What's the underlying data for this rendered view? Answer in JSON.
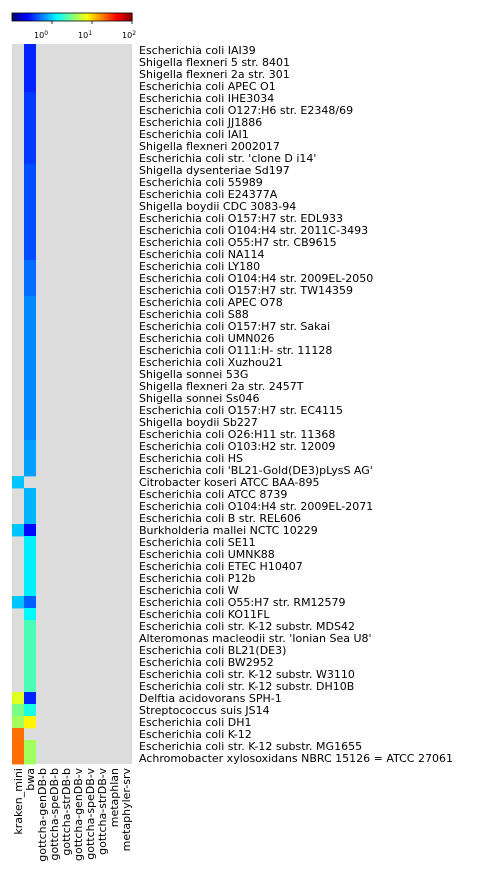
{
  "chart_data": {
    "type": "heatmap",
    "columns": [
      "kraken_mini",
      "bwa",
      "gottcha-genDB-b",
      "gottcha-speDB-b",
      "gottcha-strDB-b",
      "gottcha-genDB-v",
      "gottcha-speDB-v",
      "gottcha-strDB-v",
      "metaphlan",
      "metaphyler-srv"
    ],
    "rows": [
      "Escherichia coli IAI39",
      "Shigella flexneri 5 str. 8401",
      "Shigella flexneri 2a str. 301",
      "Escherichia coli APEC O1",
      "Escherichia coli IHE3034",
      "Escherichia coli O127:H6 str. E2348/69",
      "Escherichia coli JJ1886",
      "Escherichia coli IAI1",
      "Shigella flexneri 2002017",
      "Escherichia coli str. 'clone D i14'",
      "Shigella dysenteriae Sd197",
      "Escherichia coli 55989",
      "Escherichia coli E24377A",
      "Shigella boydii CDC 3083-94",
      "Escherichia coli O157:H7 str. EDL933",
      "Escherichia coli O104:H4 str. 2011C-3493",
      "Escherichia coli O55:H7 str. CB9615",
      "Escherichia coli NA114",
      "Escherichia coli LY180",
      "Escherichia coli O104:H4 str. 2009EL-2050",
      "Escherichia coli O157:H7 str. TW14359",
      "Escherichia coli APEC O78",
      "Escherichia coli S88",
      "Escherichia coli O157:H7 str. Sakai",
      "Escherichia coli UMN026",
      "Escherichia coli O111:H- str. 11128",
      "Escherichia coli Xuzhou21",
      "Shigella sonnei 53G",
      "Shigella flexneri 2a str. 2457T",
      "Shigella sonnei Ss046",
      "Escherichia coli O157:H7 str. EC4115",
      "Shigella boydii Sb227",
      "Escherichia coli O26:H11 str. 11368",
      "Escherichia coli O103:H2 str. 12009",
      "Escherichia coli HS",
      "Escherichia coli 'BL21-Gold(DE3)pLysS AG'",
      "Citrobacter koseri ATCC BAA-895",
      "Escherichia coli ATCC 8739",
      "Escherichia coli O104:H4 str. 2009EL-2071",
      "Escherichia coli B str. REL606",
      "Burkholderia mallei NCTC 10229",
      "Escherichia coli SE11",
      "Escherichia coli UMNK88",
      "Escherichia coli ETEC H10407",
      "Escherichia coli P12b",
      "Escherichia coli W",
      "Escherichia coli O55:H7 str. RM12579",
      "Escherichia coli KO11FL",
      "Escherichia coli str. K-12 substr. MDS42",
      "Alteromonas macleodii str. 'Ionian Sea U8'",
      "Escherichia coli BL21(DE3)",
      "Escherichia coli BW2952",
      "Escherichia coli str. K-12 substr. W3110",
      "Escherichia coli str. K-12 substr. DH10B",
      "Delftia acidovorans SPH-1",
      "Streptococcus suis JS14",
      "Escherichia coli DH1",
      "Escherichia coli K-12",
      "Escherichia coli str. K-12 substr. MG1655",
      "Achromobacter xylosoxidans NBRC 15126 = ATCC 27061"
    ],
    "kraken_mini": [
      null,
      null,
      null,
      null,
      null,
      null,
      null,
      null,
      null,
      null,
      null,
      null,
      null,
      null,
      null,
      null,
      null,
      null,
      null,
      null,
      null,
      null,
      null,
      null,
      null,
      null,
      null,
      null,
      null,
      null,
      null,
      null,
      null,
      null,
      null,
      null,
      0.9,
      null,
      null,
      null,
      0.9,
      null,
      null,
      null,
      null,
      null,
      0.9,
      null,
      null,
      null,
      null,
      null,
      null,
      null,
      6,
      3,
      4,
      20,
      20,
      20
    ],
    "bwa": [
      0.3,
      0.3,
      0.3,
      0.3,
      0.35,
      0.35,
      0.35,
      0.35,
      0.35,
      0.35,
      0.4,
      0.4,
      0.4,
      0.4,
      0.4,
      0.4,
      0.4,
      0.4,
      0.5,
      0.5,
      0.5,
      0.6,
      0.6,
      0.6,
      0.6,
      0.6,
      0.6,
      0.6,
      0.6,
      0.6,
      0.6,
      0.6,
      0.6,
      0.7,
      0.7,
      0.7,
      null,
      0.8,
      0.8,
      0.8,
      0.25,
      1.2,
      1.2,
      1.2,
      1.2,
      1.2,
      0.45,
      1.3,
      2.2,
      2.2,
      2.2,
      2.2,
      2.2,
      2.2,
      0.3,
      1.6,
      8,
      null,
      4,
      4
    ],
    "gottcha_and_profilers": "no values shown (grey)",
    "colorbar": {
      "scale": "log",
      "range": [
        0.1,
        100
      ],
      "tick_values": [
        1,
        10,
        100
      ],
      "tick_labels": [
        "10^0",
        "10^1",
        "10^2"
      ],
      "colormap": "jet"
    },
    "missing_color": "#dcdcdc"
  },
  "labels": {
    "tick_0_base": "10",
    "tick_0_exp": "0",
    "tick_1_base": "10",
    "tick_1_exp": "1",
    "tick_2_base": "10",
    "tick_2_exp": "2"
  }
}
